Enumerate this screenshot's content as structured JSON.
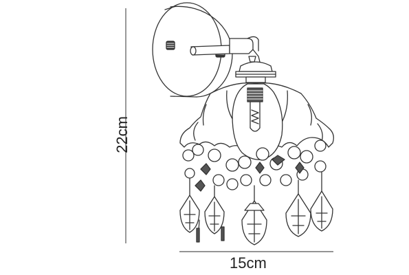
{
  "dimensions": {
    "height_label": "22cm",
    "width_label": "15cm"
  },
  "colors": {
    "line": "#333333",
    "dimension_line": "#555555",
    "background": "#ffffff"
  },
  "product": {
    "kind": "crystal wall sconce line drawing"
  }
}
